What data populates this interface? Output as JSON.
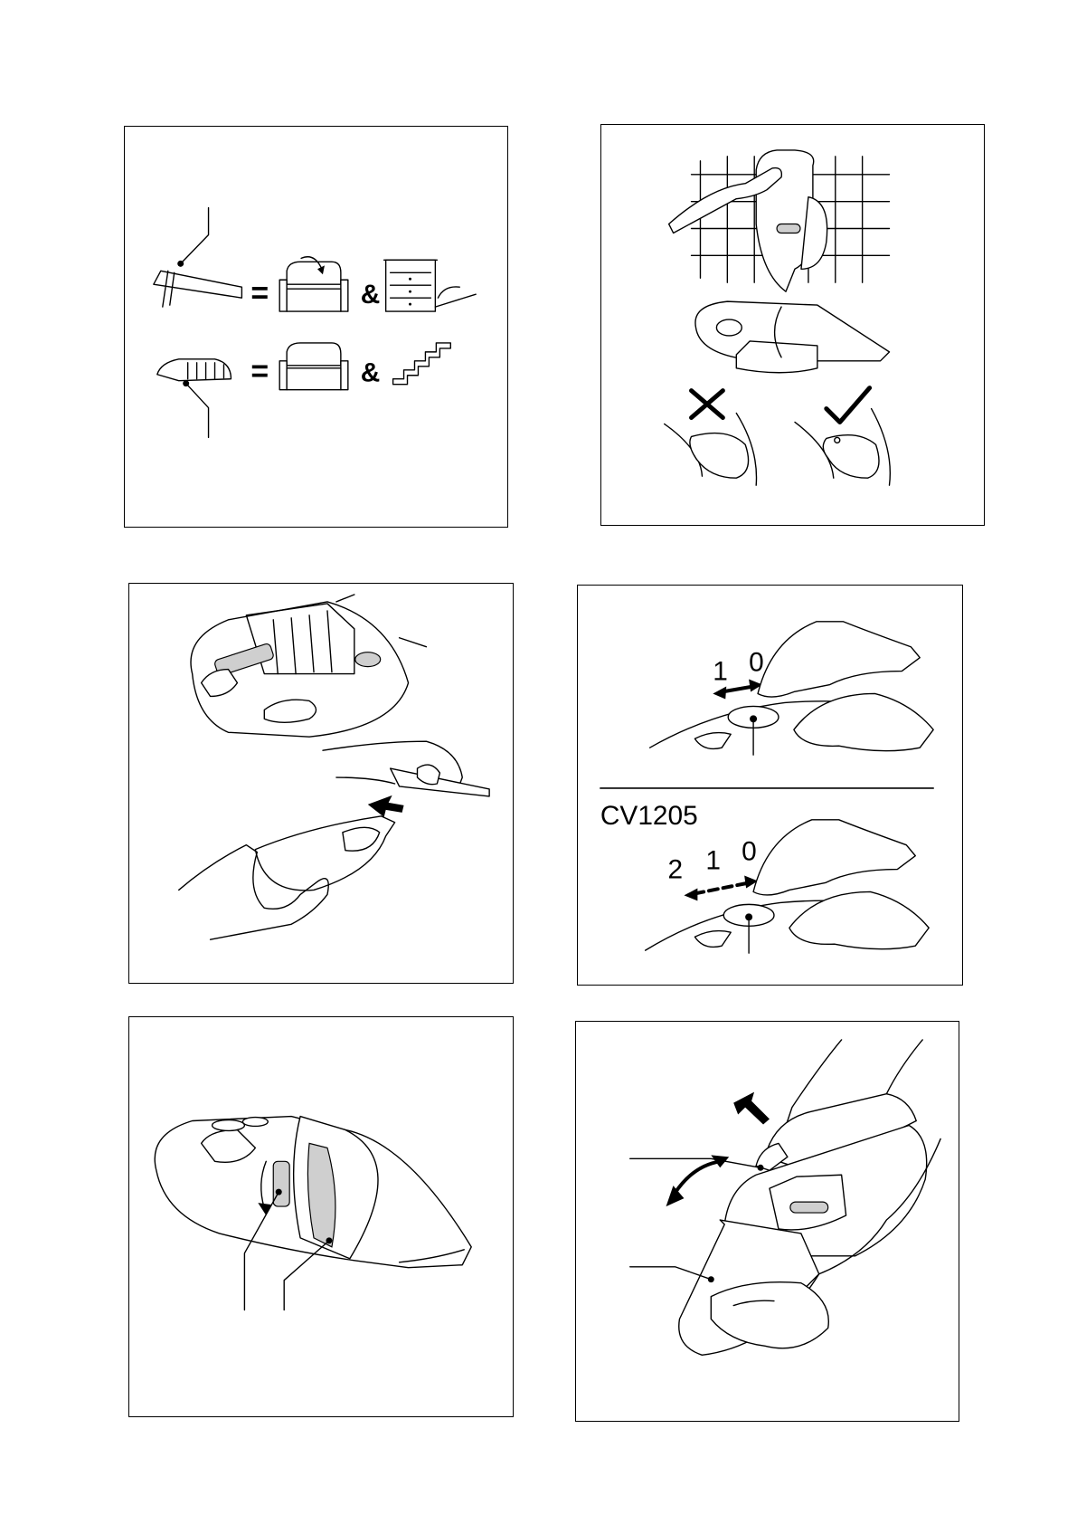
{
  "panels": {
    "accessories": {
      "symbol_equals": "=",
      "symbol_and": "&"
    },
    "wall_mount": {},
    "emptying": {},
    "switch": {
      "speed_labels_standard": [
        "1",
        "0"
      ],
      "model_name": "CV1205",
      "speed_labels_model": [
        "2",
        "1",
        "0"
      ]
    },
    "filter": {},
    "release": {}
  },
  "icons": [
    "arrow-icon",
    "cross-mark-icon",
    "check-mark-icon"
  ]
}
